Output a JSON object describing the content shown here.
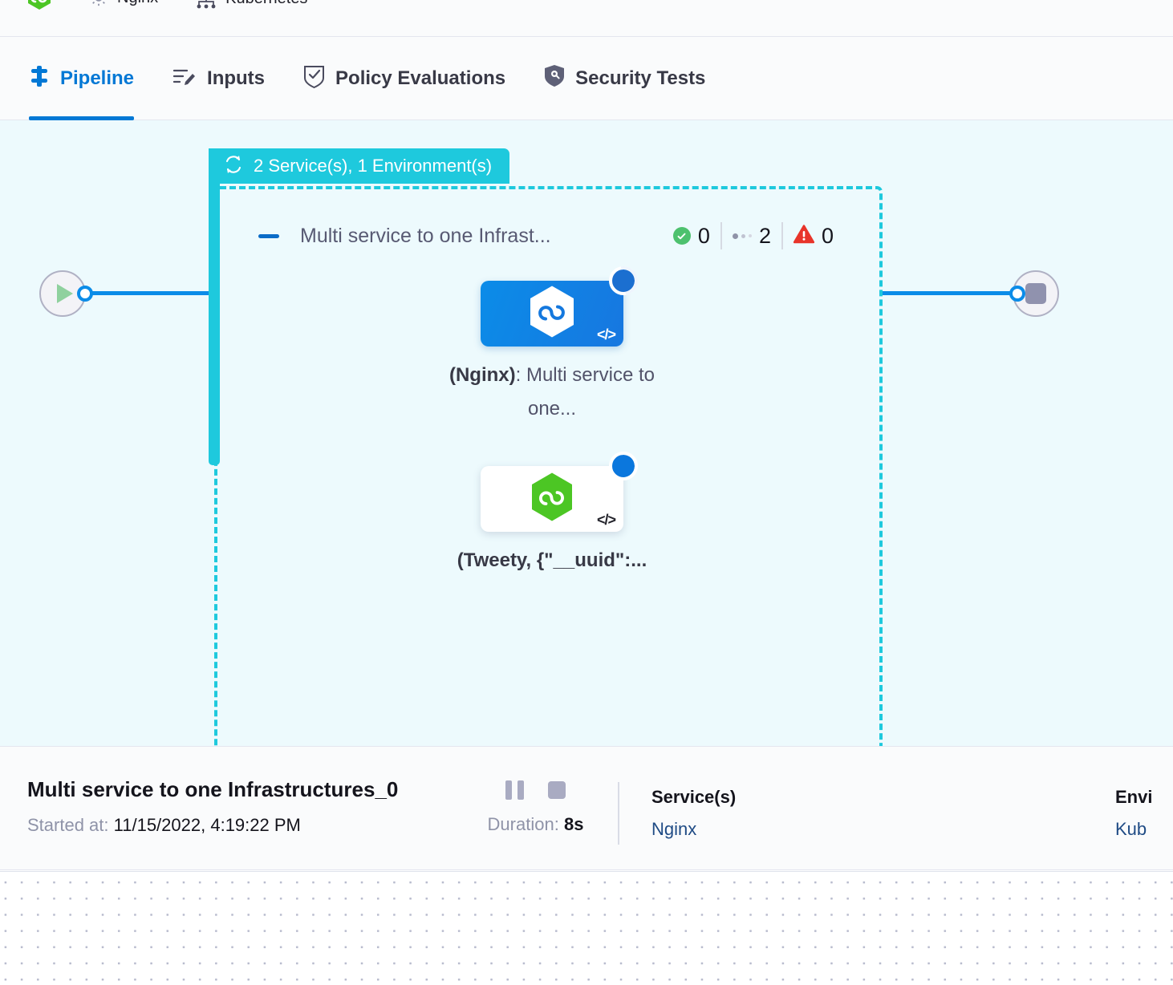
{
  "breadcrumb": {
    "items": [
      {
        "icon": "harness-hexagon-logo",
        "label": ""
      },
      {
        "icon": "gear-icon",
        "label": "Nginx"
      },
      {
        "icon": "kubernetes-icon",
        "label": "Kubernetes"
      }
    ]
  },
  "tabs": [
    {
      "id": "pipeline",
      "label": "Pipeline",
      "icon": "pipeline-icon",
      "active": true
    },
    {
      "id": "inputs",
      "label": "Inputs",
      "icon": "inputs-icon",
      "active": false
    },
    {
      "id": "policy-evaluations",
      "label": "Policy Evaluations",
      "icon": "policy-shield-check-icon",
      "active": false
    },
    {
      "id": "security-tests",
      "label": "Security Tests",
      "icon": "security-shield-icon",
      "active": false
    }
  ],
  "canvas": {
    "background_color": "#edfafd",
    "start_node": {
      "icon": "play-icon",
      "name": "pipeline-start"
    },
    "end_node": {
      "icon": "stop-icon",
      "name": "pipeline-end"
    },
    "group": {
      "badge_label": "2 Service(s), 1 Environment(s)",
      "badge_icon": "loop-rotate-icon",
      "badge_color": "#1ec9dd",
      "border_color": "#1ec9dd"
    },
    "stage": {
      "collapse_icon": "collapse-minus-icon",
      "title": "Multi service to one Infrast...",
      "counters": [
        {
          "id": "success",
          "icon": "check-circle-icon",
          "color": "#4dc16e",
          "value": "0"
        },
        {
          "id": "running",
          "icon": "dots-icon",
          "color": "#8f93a8",
          "value": "2"
        },
        {
          "id": "failed",
          "icon": "warning-triangle-icon",
          "color": "#e8342a",
          "value": "0"
        }
      ]
    },
    "nodes": [
      {
        "id": "nginx-service-node",
        "style": "blue",
        "logo": "harness-hexagon-logo-white",
        "corner_icon": "code-icon",
        "status_icon": "running-spinner-icon",
        "caption_bold": "(Nginx)",
        "caption_rest": ": Multi service to one..."
      },
      {
        "id": "tweety-service-node",
        "style": "white",
        "logo": "harness-hexagon-logo-green",
        "corner_icon": "code-icon",
        "status_icon": "running-spinner-icon",
        "caption_bold": "(Tweety, {\"__uuid\":...",
        "caption_rest": ""
      }
    ]
  },
  "detail": {
    "title": "Multi service to one Infrastructures_0",
    "started_label": "Started at:",
    "started_value": "11/15/2022, 4:19:22 PM",
    "pause_icon": "pause-icon",
    "stop_icon": "stop-icon",
    "duration_label": "Duration:",
    "duration_value": "8s",
    "columns": [
      {
        "id": "services",
        "heading": "Service(s)",
        "value": "Nginx"
      },
      {
        "id": "environments",
        "heading": "Envi",
        "value": "Kub"
      }
    ]
  }
}
